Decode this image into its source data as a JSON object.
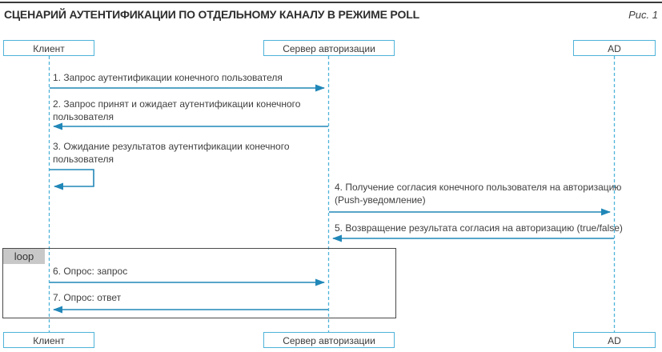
{
  "colors": {
    "accent": "#4fb3d9",
    "lifeline": "#4fb3d9",
    "arrow": "#2187b8",
    "text": "#3f3f3f",
    "frame": "#4a4a4a",
    "looptab": "#c8c8c8",
    "rule": "#3a3a3a"
  },
  "header": {
    "title": "СЦЕНАРИЙ АУТЕНТИФИКАЦИИ ПО ОТДЕЛЬНОМУ КАНАЛУ В РЕЖИМЕ POLL",
    "figure_caption": "Рис. 1"
  },
  "actors": [
    {
      "name": "Клиент"
    },
    {
      "name": "Сервер авторизации"
    },
    {
      "name": "AD"
    }
  ],
  "loop": {
    "label": "loop"
  },
  "messages": [
    {
      "label": "1. Запрос аутентификации конечного пользователя",
      "from": "Клиент",
      "to": "Сервер авторизации",
      "direction": "right"
    },
    {
      "label": "2. Запрос принят и ожидает аутентификации конечного пользователя",
      "from": "Сервер авторизации",
      "to": "Клиент",
      "direction": "left"
    },
    {
      "label": "3. Ожидание результатов аутентификации конечного пользователя",
      "from": "Клиент",
      "to": "Клиент",
      "direction": "self"
    },
    {
      "label": "4. Получение согласия конечного пользователя на авторизацию (Push-уведомление)",
      "from": "Сервер авторизации",
      "to": "AD",
      "direction": "right"
    },
    {
      "label": "5. Возвращение результата согласия на авторизацию (true/false)",
      "from": "AD",
      "to": "Сервер авторизации",
      "direction": "left"
    },
    {
      "label": "6. Опрос: запрос",
      "from": "Клиент",
      "to": "Сервер авторизации",
      "direction": "right",
      "in_loop": true
    },
    {
      "label": "7. Опрос: ответ",
      "from": "Сервер авторизации",
      "to": "Клиент",
      "direction": "left",
      "in_loop": true
    }
  ]
}
